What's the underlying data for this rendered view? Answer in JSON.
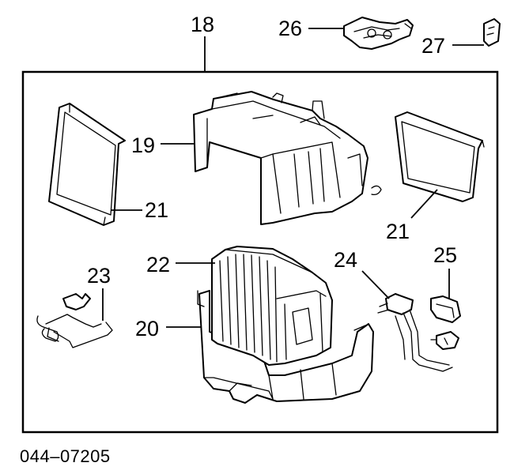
{
  "callouts": {
    "c18": "18",
    "c19": "19",
    "c20": "20",
    "c21a": "21",
    "c21b": "21",
    "c22": "22",
    "c23": "23",
    "c24": "24",
    "c25": "25",
    "c26": "26",
    "c27": "27"
  },
  "document_number": "044–07205"
}
